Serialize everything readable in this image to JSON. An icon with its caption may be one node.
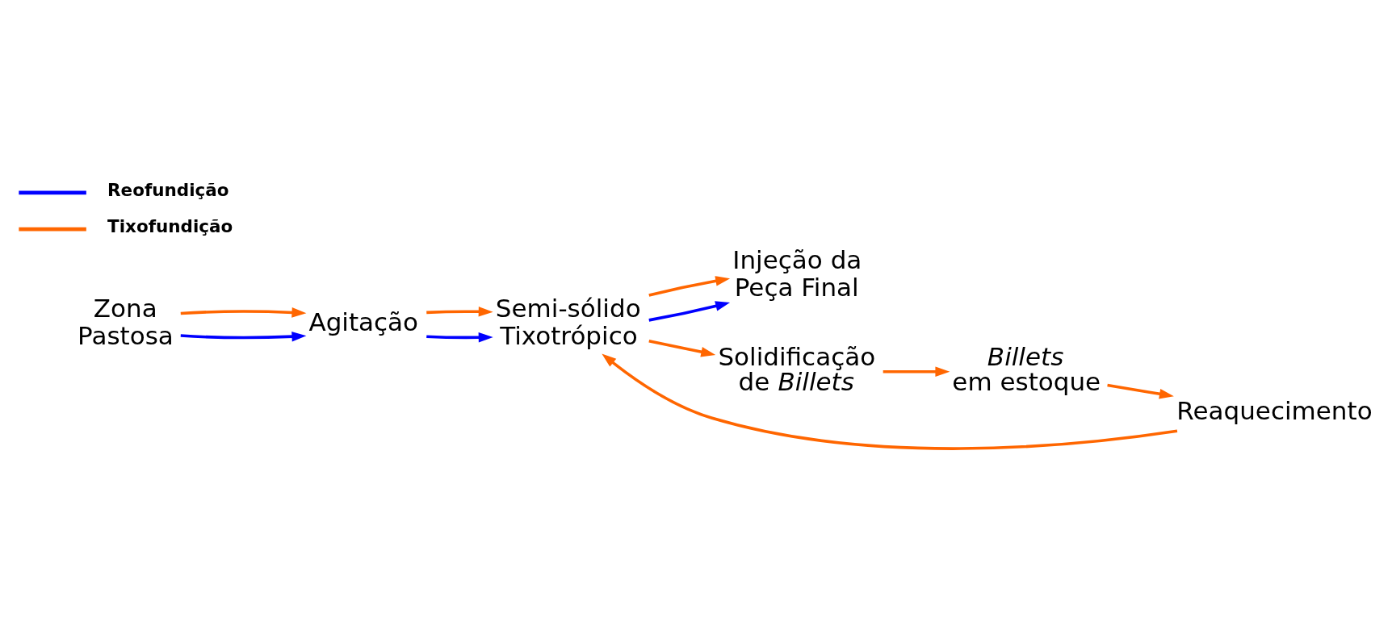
{
  "diagram": {
    "nodes": [
      {
        "text": [
          "Zona Pastosa"
        ]
      },
      {
        "text": [
          "Agitação"
        ]
      },
      {
        "text": [
          "Semi-sólido Tixotrópico"
        ]
      },
      {
        "text": [
          "Injeção da Peça Final"
        ]
      },
      {
        "text": [
          "Reaquecimento"
        ]
      },
      {
        "text": [
          "Solidificação de *Billets*"
        ]
      },
      {
        "text": [
          "*Billets* em estoque"
        ]
      }
    ],
    "edges": [
      {
        "from": 0,
        "to": 1,
        "arrow": "to",
        "color": "#0000ff"
      },
      {
        "from": 0,
        "to": 1,
        "arrow": "to"
      },
      {
        "from": 1,
        "to": 2,
        "arrow": "to",
        "color": "#0000ff"
      },
      {
        "from": 1,
        "to": 2,
        "arrow": "to"
      },
      {
        "from": 2,
        "to": 3,
        "arrow": "to",
        "color": "#0000ff"
      },
      {
        "from": 2,
        "to": 3,
        "arrow": "to"
      },
      {
        "from": 2,
        "to": 5,
        "arrow": "to"
      },
      {
        "from": 5,
        "to": 6,
        "arrow": "to"
      },
      {
        "from": 6,
        "to": 4,
        "arrow": "to"
      },
      {
        "from": 4,
        "to": 2,
        "arrow": "to"
      }
    ],
    "legend": [
      {
        "text": "Reofundição",
        "color": "#0000ff"
      },
      {
        "text": "Tixofundição",
        "color": "#ff6600"
      }
    ]
  }
}
